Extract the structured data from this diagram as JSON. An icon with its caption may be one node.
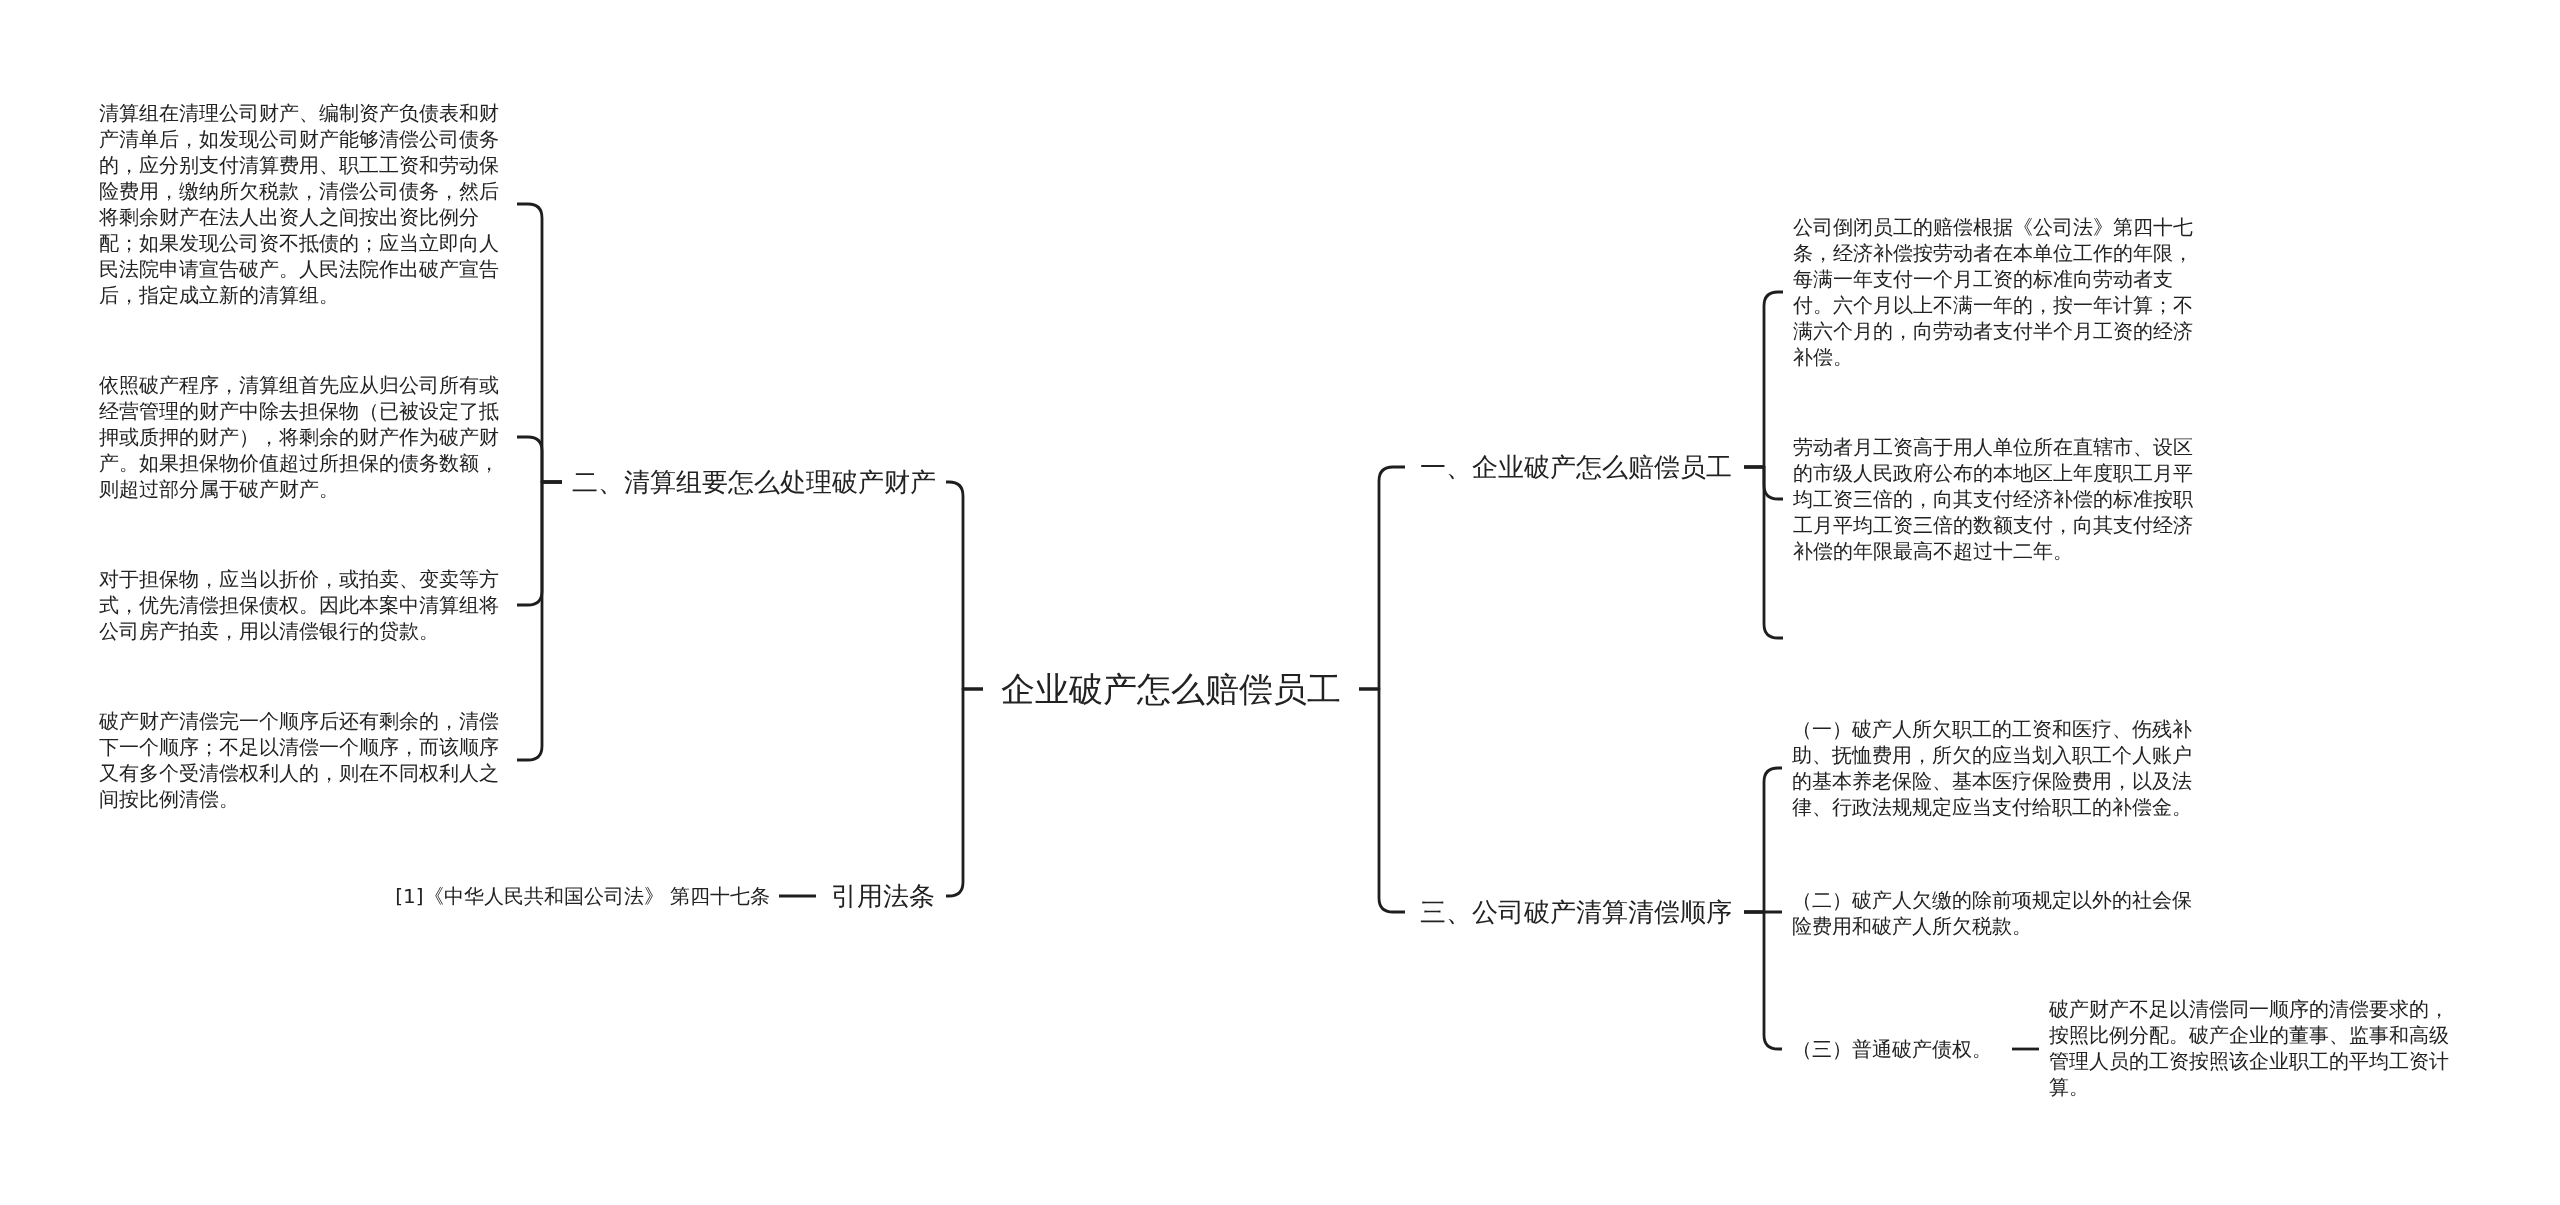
{
  "diagram": {
    "nodes": [
      {
        "text": [
          "企业破产怎么赔偿员工"
        ]
      },
      {
        "text": [
          "二、清算组要怎么处理破产财产"
        ]
      },
      {
        "text": [
          "清算组在清理公司财产、编制资产负债表和财产清单后，如发现公司财产能够清偿公司债务的，应分别支付清算费用、职工工资和劳动保险费用，缴纳所欠税款，清偿公司债务，然后将剩余财产在法人出资人之间按出资比例分配；如果发现公司资不抵债的；应当立即向人民法院申请宣告破产。人民法院作出破产宣告后，指定成立新的清算组。"
        ]
      },
      {
        "text": [
          "依照破产程序，清算组首先应从归公司所有或经营管理的财产中除去担保物（已被设定了抵押或质押的财产），将剩余的财产作为破产财产。如果担保物价值超过所担保的债务数额，则超过部分属于破产财产。"
        ]
      },
      {
        "text": [
          "对于担保物，应当以折价，或拍卖、变卖等方式，优先清偿担保债权。因此本案中清算组将公司房产拍卖，用以清偿银行的贷款。"
        ]
      },
      {
        "text": [
          "破产财产清偿完一个顺序后还有剩余的，清偿下一个顺序；不足以清偿一个顺序，而该顺序又有多个受清偿权利人的，则在不同权利人之间按比例清偿。"
        ]
      },
      {
        "text": [
          "引用法条"
        ]
      },
      {
        "text": [
          "[1]《中华人民共和国公司法》 第四十七条"
        ]
      },
      {
        "text": [
          "一、企业破产怎么赔偿员工"
        ]
      },
      {
        "text": [
          "公司倒闭员工的赔偿根据《公司法》第四十七条，经济补偿按劳动者在本单位工作的年限，每满一年支付一个月工资的标准向劳动者支付。六个月以上不满一年的，按一年计算；不满六个月的，向劳动者支付半个月工资的经济补偿。"
        ]
      },
      {
        "text": [
          "劳动者月工资高于用人单位所在直辖市、设区的市级人民政府公布的本地区上年度职工月平均工资三倍的，向其支付经济补偿的标准按职工月平均工资三倍的数额支付，向其支付经济补偿的年限最高不超过十二年。"
        ]
      },
      {
        "text": [
          "三、公司破产清算清偿顺序"
        ]
      },
      {
        "text": [
          "（一）破产人所欠职工的工资和医疗、伤残补助、抚恤费用，所欠的应当划入职工个人账户的基本养老保险、基本医疗保险费用，以及法律、行政法规规定应当支付给职工的补偿金。"
        ]
      },
      {
        "text": [
          "（二）破产人欠缴的除前项规定以外的社会保险费用和破产人所欠税款。"
        ]
      },
      {
        "text": [
          "（三）普通破产债权。"
        ]
      },
      {
        "text": [
          "破产财产不足以清偿同一顺序的清偿要求的，按照比例分配。破产企业的董事、监事和高级管理人员的工资按照该企业职工的平均工资计算。"
        ]
      }
    ],
    "edges": [
      {
        "from": 0,
        "to": 1,
        "arrow": "none"
      },
      {
        "from": 0,
        "to": 6,
        "arrow": "none"
      },
      {
        "from": 1,
        "to": 2,
        "arrow": "none"
      },
      {
        "from": 1,
        "to": 3,
        "arrow": "none"
      },
      {
        "from": 1,
        "to": 4,
        "arrow": "none"
      },
      {
        "from": 1,
        "to": 5,
        "arrow": "none"
      },
      {
        "from": 6,
        "to": 7,
        "arrow": "none"
      },
      {
        "from": 0,
        "to": 8,
        "arrow": "none"
      },
      {
        "from": 0,
        "to": 11,
        "arrow": "none"
      },
      {
        "from": 8,
        "to": 9,
        "arrow": "none"
      },
      {
        "from": 8,
        "to": 10,
        "arrow": "none"
      },
      {
        "from": 8,
        "to": null,
        "arrow": "none"
      },
      {
        "from": 11,
        "to": 12,
        "arrow": "none"
      },
      {
        "from": 11,
        "to": 13,
        "arrow": "none"
      },
      {
        "from": 11,
        "to": 14,
        "arrow": "none"
      },
      {
        "from": 14,
        "to": 15,
        "arrow": "none"
      }
    ]
  }
}
